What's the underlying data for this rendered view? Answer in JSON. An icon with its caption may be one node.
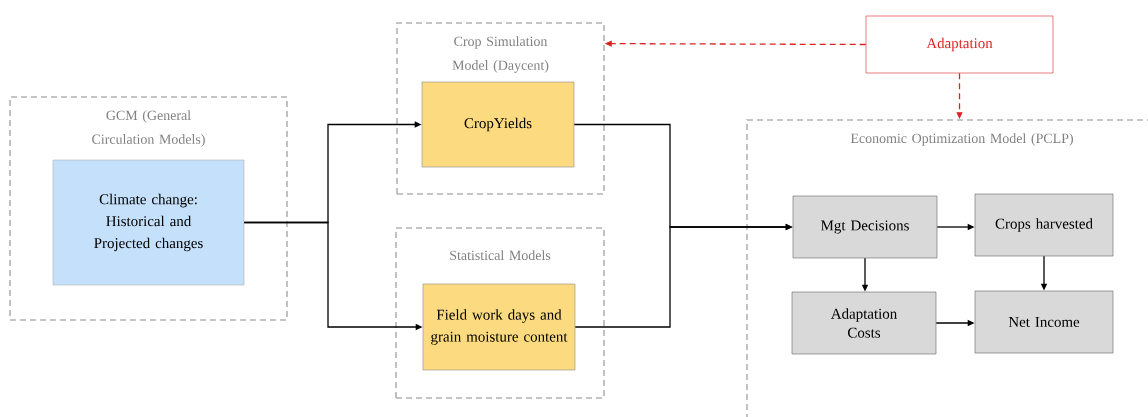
{
  "diagram": {
    "nodes": [
      {
        "text": [
          "GCM (General Circulation Models)"
        ]
      },
      {
        "text": [
          "Climate change: Historical and Projected changes"
        ],
        "in": 0
      },
      {
        "text": [
          "Crop Simulation Model (Daycent)"
        ]
      },
      {
        "text": [
          "CropYields"
        ],
        "in": 2
      },
      {
        "text": [
          "Statistical Models"
        ]
      },
      {
        "text": [
          "Field work days and grain moisture content"
        ],
        "in": 4
      },
      {
        "text": [
          "Adaptation"
        ]
      },
      {
        "text": [
          "Economic Optimization Model (PCLP)"
        ]
      },
      {
        "text": [
          "Mgt Decisions"
        ],
        "in": 7
      },
      {
        "text": [
          "Crops harvested"
        ],
        "in": 7
      },
      {
        "text": [
          "Adaptation Costs"
        ],
        "in": 7
      },
      {
        "text": [
          "Net Income"
        ],
        "in": 7
      }
    ],
    "edges": [
      {
        "from": 1,
        "to": 3,
        "arrow": "to"
      },
      {
        "from": 1,
        "to": 5,
        "arrow": "to"
      },
      {
        "from": 3,
        "to": 8,
        "arrow": "to"
      },
      {
        "from": 5,
        "to": 8,
        "arrow": "to"
      },
      {
        "from": 6,
        "to": 2,
        "arrow": "to",
        "style": "dashed",
        "color": "#dd2222"
      },
      {
        "from": 6,
        "to": 7,
        "arrow": "to",
        "style": "dashed",
        "color": "#dd2222"
      },
      {
        "from": 8,
        "to": 9,
        "arrow": "to"
      },
      {
        "from": 8,
        "to": 10,
        "arrow": "to"
      },
      {
        "from": 9,
        "to": 11,
        "arrow": "to"
      },
      {
        "from": 10,
        "to": 11,
        "arrow": "to"
      }
    ]
  }
}
